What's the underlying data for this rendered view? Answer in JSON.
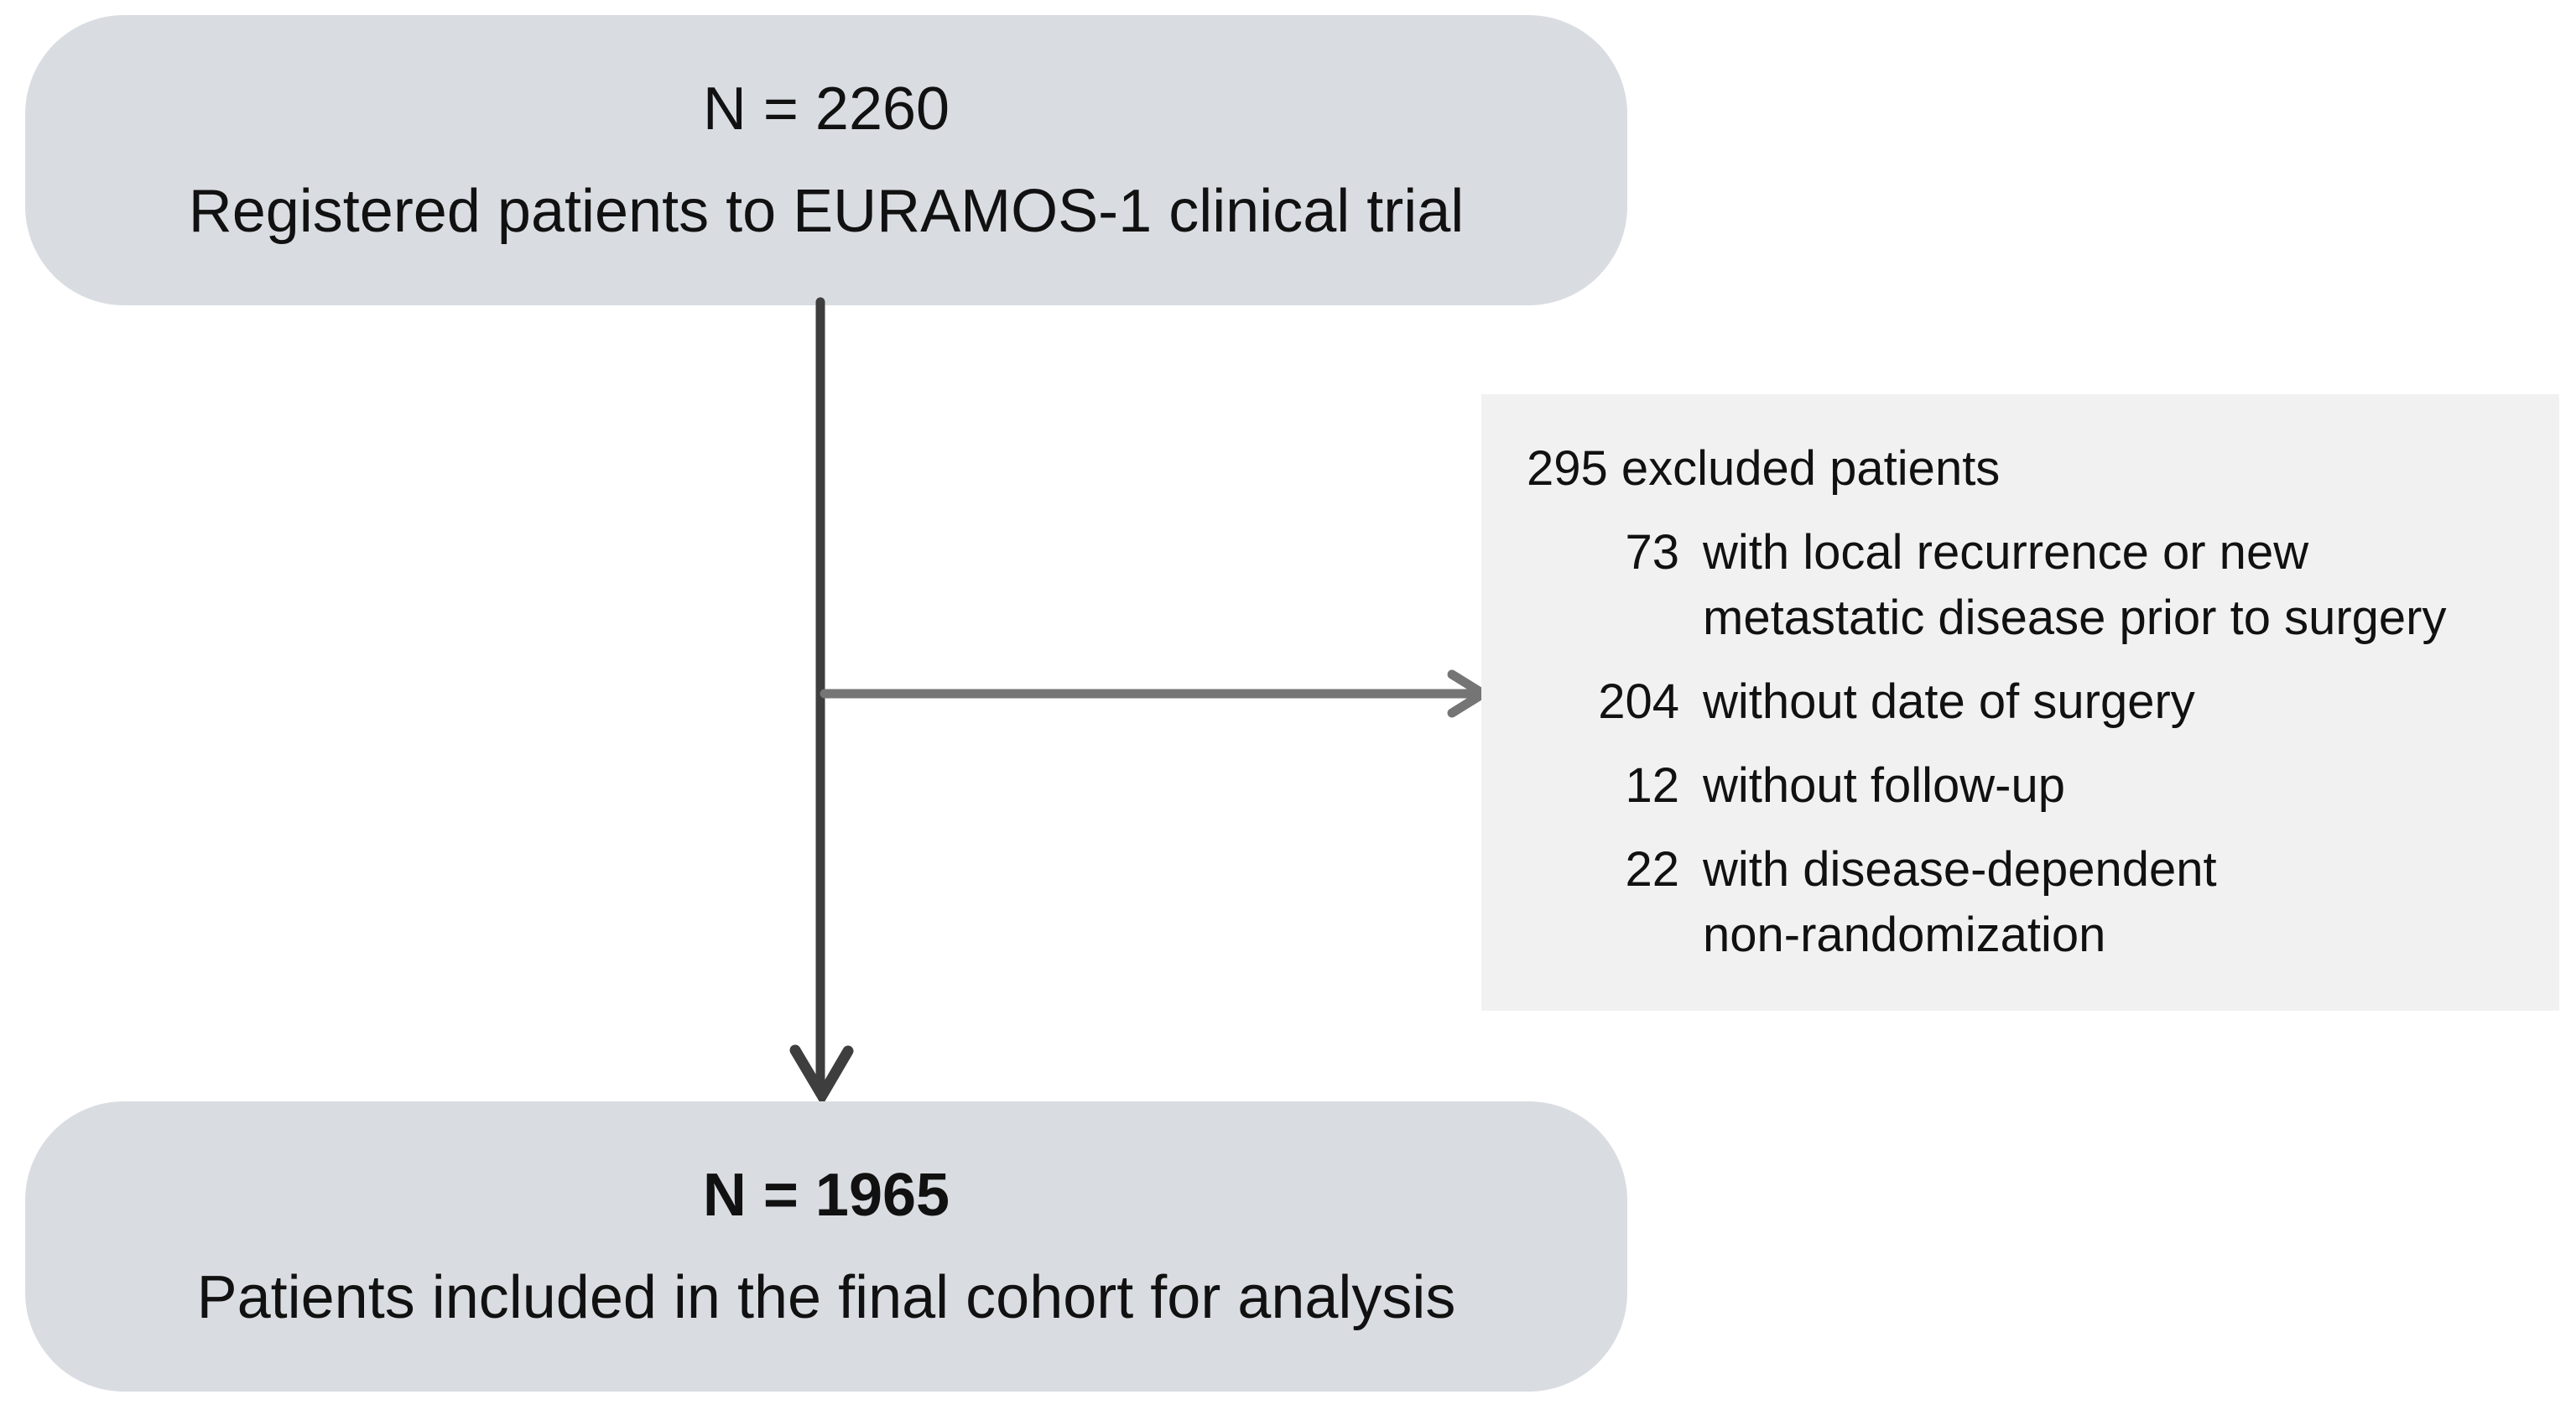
{
  "flowchart": {
    "top_box": {
      "count_label": "N = 2260",
      "description": "Registered patients to EURAMOS-1 clinical trial"
    },
    "exclusion_box": {
      "header": "295 excluded patients",
      "items": [
        {
          "count": "73",
          "reason": "with local recurrence or new\nmetastatic disease prior to surgery"
        },
        {
          "count": "204",
          "reason": "without date of surgery"
        },
        {
          "count": "12",
          "reason": "without follow-up"
        },
        {
          "count": "22",
          "reason": "with disease-dependent\nnon-randomization"
        }
      ]
    },
    "bottom_box": {
      "count_label": "N = 1965",
      "description": "Patients included in the final cohort for analysis"
    },
    "colors": {
      "node_fill": "#d9dde2",
      "exclusion_fill": "#f1f1f1",
      "text": "#111111",
      "down_arrow": "#3e3e3e",
      "side_arrow": "#757575"
    }
  }
}
